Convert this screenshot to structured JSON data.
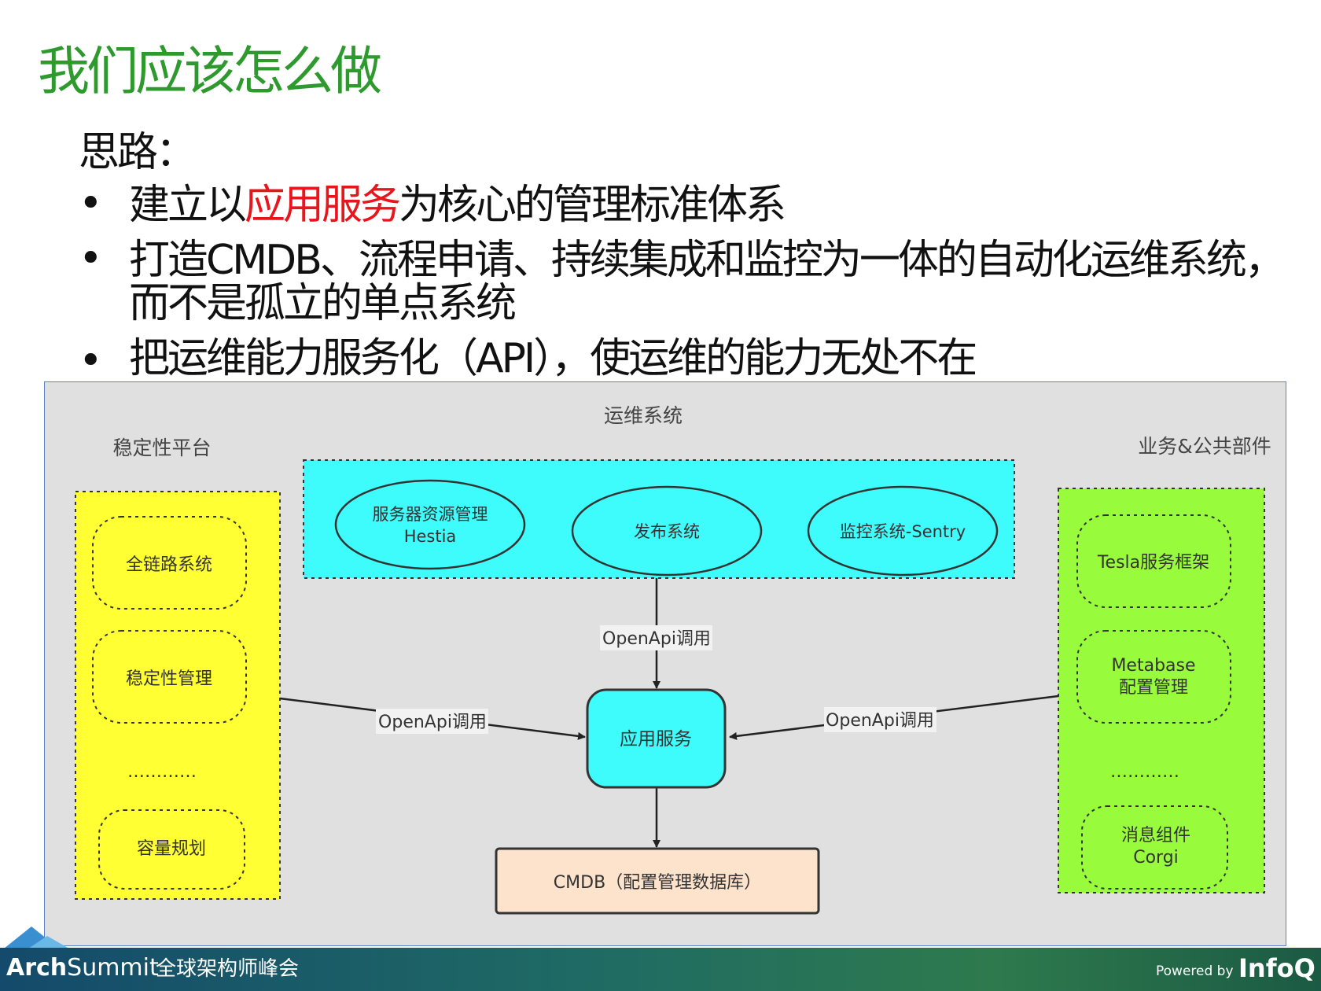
{
  "title": "我们应该怎么做",
  "subtitle": "思路：",
  "bullets": [
    {
      "pre": "建立以",
      "highlight": "应用服务",
      "post": "为核心的管理标准体系"
    },
    {
      "line1": "打造CMDB、流程申请、持续集成和监控为一体的自动化运维系统，",
      "line2": "而不是孤立的单点系统"
    },
    {
      "text": "把运维能力服务化（API），使运维的能力无处不在"
    }
  ],
  "bullet_mark": "•",
  "diagram": {
    "left_panel_label": "稳定性平台",
    "center_panel_label": "运维系统",
    "right_panel_label": "业务&公共部件",
    "left_items": [
      "全链路系统",
      "稳定性管理",
      "容量规划"
    ],
    "left_ellipsis": "…………",
    "right_items": [
      {
        "line1": "Tesla服务框架",
        "line2": ""
      },
      {
        "line1": "Metabase",
        "line2": "配置管理"
      },
      {
        "line1": "消息组件",
        "line2": "Corgi"
      }
    ],
    "right_ellipsis": "…………",
    "top_ellipses": [
      {
        "line1": "服务器资源管理",
        "line2": "Hestia"
      },
      {
        "line1": "发布系统",
        "line2": ""
      },
      {
        "line1": "监控系统-Sentry",
        "line2": ""
      }
    ],
    "center_box": "应用服务",
    "bottom_box": "CMDB（配置管理数据库）",
    "edge_labels": {
      "top": "OpenApi调用",
      "left": "OpenApi调用",
      "right": "OpenApi调用"
    },
    "colors": {
      "background": "#e0e0e0",
      "cyan": "#3ffcfc",
      "yellow": "#ffff33",
      "green": "#98fc3c",
      "cmdb": "#fde2cc"
    }
  },
  "footer": {
    "arch": "Arch",
    "summit": "Summit",
    "chinese": "全球架构师峰会",
    "powered": "Powered by",
    "infoq": "InfoQ"
  }
}
